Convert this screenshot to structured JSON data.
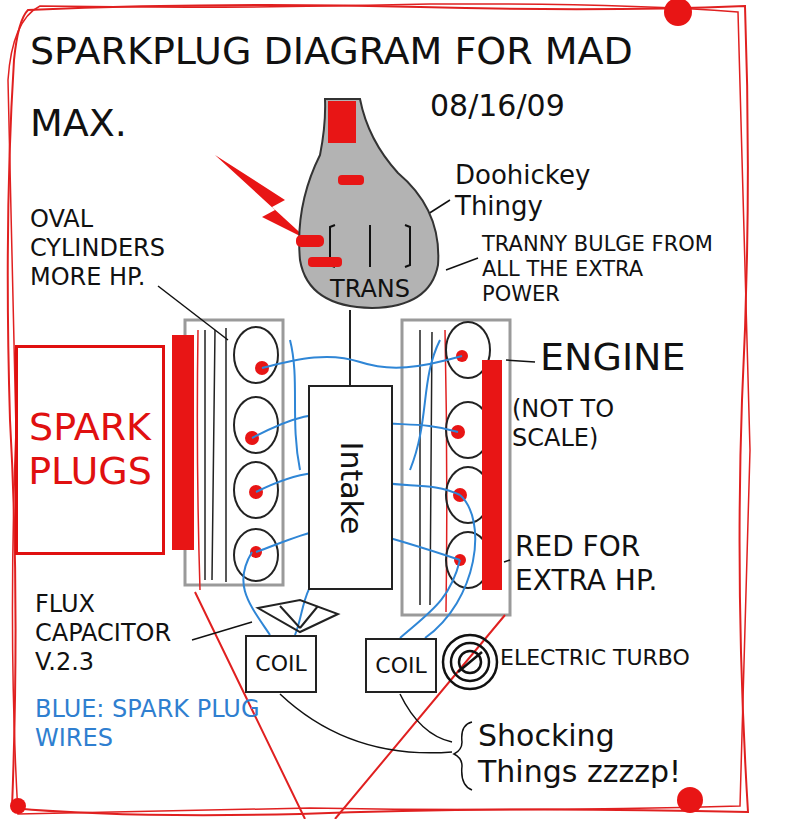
{
  "diagram": {
    "title": "SPARKPLUG DIAGRAM FOR MAD MAX.",
    "nodes": [
      {
        "text": [
          "TRANS"
        ]
      },
      {
        "text": [
          "SPARK PLUGS"
        ]
      },
      {
        "text": [
          "Intake"
        ]
      },
      {
        "text": [
          "COIL"
        ]
      },
      {
        "text": [
          "COIL"
        ]
      }
    ],
    "labels": [
      "08/16/09",
      "Doohickey Thingy",
      "TRANNY BULGE FROM ALL THE EXTRA POWER",
      "OVAL CYLINDERS MORE HP.",
      "ENGINE",
      "(NOT TO SCALE)",
      "RED FOR EXTRA HP.",
      "FLUX CAPACITOR V.2.3",
      "ELECTRIC TURBO",
      "BLUE: SPARK PLUG WIRES",
      "Shocking Things zzzzp!"
    ]
  }
}
